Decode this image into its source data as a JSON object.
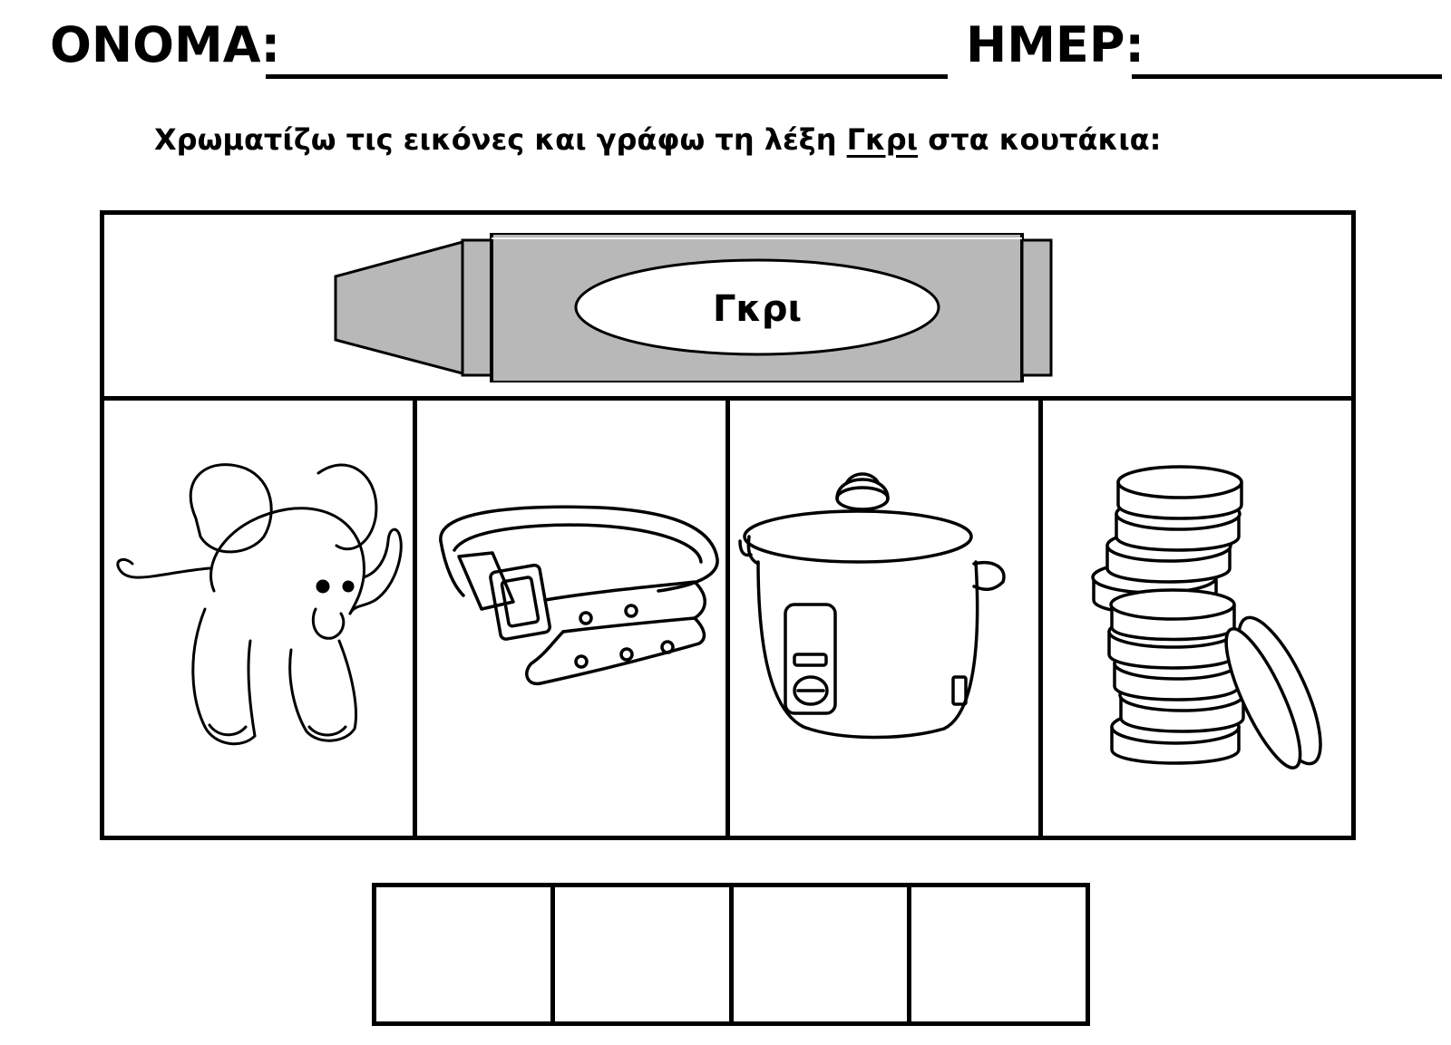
{
  "header": {
    "name_label": "ΟΝΟΜΑ:",
    "date_label": "ΗΜΕΡ:"
  },
  "instruction": {
    "before": "Χρωματίζω τις εικόνες και γράφω τη λέξη ",
    "word": "Γκρι",
    "after": " στα κουτάκια:"
  },
  "crayon": {
    "label": "Γκρι",
    "color": "#b8b8b8"
  },
  "pictures": [
    {
      "icon": "elephant-icon"
    },
    {
      "icon": "belt-icon"
    },
    {
      "icon": "rice-cooker-icon"
    },
    {
      "icon": "coins-icon"
    }
  ],
  "answer_boxes": 4
}
